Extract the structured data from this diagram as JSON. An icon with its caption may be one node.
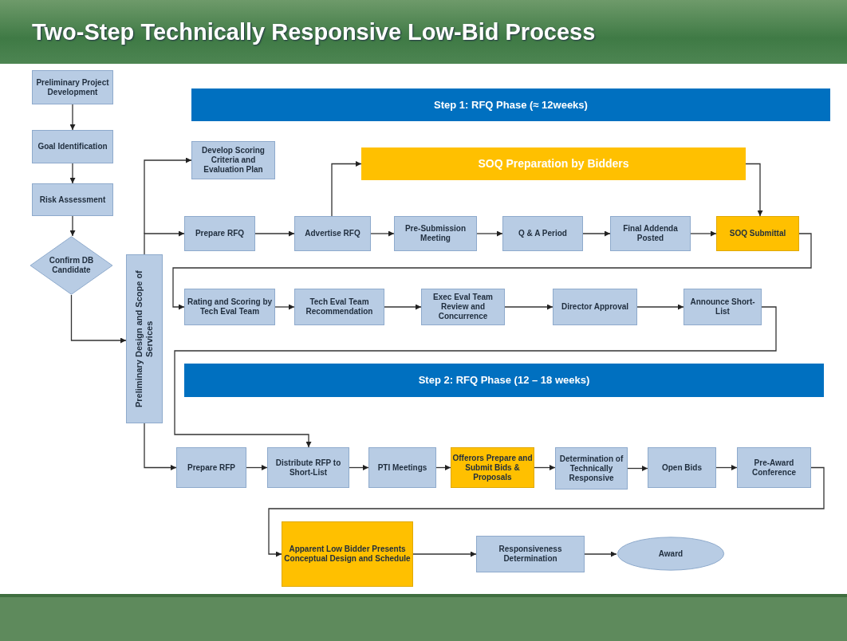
{
  "diagram": {
    "title": "Two-Step Technically Responsive Low-Bid Process",
    "nodes": [
      {
        "text": [
          "Preliminary Project Development"
        ]
      },
      {
        "text": [
          "Goal Identification"
        ]
      },
      {
        "text": [
          "Risk Assessment"
        ]
      },
      {
        "text": [
          "Confirm DB Candidate"
        ]
      },
      {
        "text": [
          "Preliminary Design and Scope of Services"
        ]
      },
      {
        "text": [
          "Step 1:  RFQ Phase (≈ 12weeks)"
        ]
      },
      {
        "text": [
          "Develop Scoring Criteria and Evaluation Plan"
        ]
      },
      {
        "text": [
          "SOQ Preparation by Bidders"
        ]
      },
      {
        "text": [
          "Prepare RFQ"
        ]
      },
      {
        "text": [
          "Advertise RFQ"
        ]
      },
      {
        "text": [
          "Pre-Submission Meeting"
        ]
      },
      {
        "text": [
          "Q & A Period"
        ]
      },
      {
        "text": [
          "Final Addenda Posted"
        ]
      },
      {
        "text": [
          "SOQ Submittal"
        ]
      },
      {
        "text": [
          "Rating and Scoring by Tech Eval Team"
        ]
      },
      {
        "text": [
          "Tech Eval Team Recommendation"
        ]
      },
      {
        "text": [
          "Exec Eval Team Review and Concurrence"
        ]
      },
      {
        "text": [
          "Director Approval"
        ]
      },
      {
        "text": [
          "Announce Short-List"
        ]
      },
      {
        "text": [
          "Step 2:  RFQ Phase (12 – 18 weeks)"
        ]
      },
      {
        "text": [
          "Prepare RFP"
        ]
      },
      {
        "text": [
          "Distribute RFP to Short-List"
        ]
      },
      {
        "text": [
          "PTI Meetings"
        ]
      },
      {
        "text": [
          "Offerors Prepare and Submit Bids & Proposals"
        ]
      },
      {
        "text": [
          "Determination of Technically Responsive"
        ]
      },
      {
        "text": [
          "Open Bids"
        ]
      },
      {
        "text": [
          "Pre-Award Conference"
        ]
      },
      {
        "text": [
          "Apparent Low Bidder Presents Conceptual Design and Schedule"
        ]
      },
      {
        "text": [
          "Responsiveness Determination"
        ]
      },
      {
        "text": [
          "Award"
        ]
      }
    ],
    "edges": [
      {
        "from": 0,
        "to": 1,
        "arrow": "to"
      },
      {
        "from": 1,
        "to": 2,
        "arrow": "to"
      },
      {
        "from": 2,
        "to": 3,
        "arrow": "to"
      },
      {
        "from": 3,
        "to": 4,
        "arrow": "to"
      },
      {
        "from": 4,
        "to": 6,
        "arrow": "to"
      },
      {
        "from": 4,
        "to": 8,
        "arrow": "to"
      },
      {
        "from": 4,
        "to": 20,
        "arrow": "to"
      },
      {
        "from": 8,
        "to": 9,
        "arrow": "to"
      },
      {
        "from": 9,
        "to": 7,
        "arrow": "to"
      },
      {
        "from": 7,
        "to": 13,
        "arrow": "to"
      },
      {
        "from": 9,
        "to": 10,
        "arrow": "to"
      },
      {
        "from": 10,
        "to": 11,
        "arrow": "to"
      },
      {
        "from": 11,
        "to": 12,
        "arrow": "to"
      },
      {
        "from": 12,
        "to": 13,
        "arrow": "to"
      },
      {
        "from": 13,
        "to": 14,
        "arrow": "to"
      },
      {
        "from": 14,
        "to": 15,
        "arrow": "to"
      },
      {
        "from": 15,
        "to": 16,
        "arrow": "to"
      },
      {
        "from": 16,
        "to": 17,
        "arrow": "to"
      },
      {
        "from": 17,
        "to": 18,
        "arrow": "to"
      },
      {
        "from": 18,
        "to": 21,
        "arrow": "to"
      },
      {
        "from": 20,
        "to": 21,
        "arrow": "to"
      },
      {
        "from": 21,
        "to": 22,
        "arrow": "to"
      },
      {
        "from": 22,
        "to": 23,
        "arrow": "to"
      },
      {
        "from": 23,
        "to": 24,
        "arrow": "to"
      },
      {
        "from": 24,
        "to": 25,
        "arrow": "to"
      },
      {
        "from": 25,
        "to": 26,
        "arrow": "to"
      },
      {
        "from": 26,
        "to": 27,
        "arrow": "to"
      },
      {
        "from": 27,
        "to": 28,
        "arrow": "to"
      },
      {
        "from": 28,
        "to": 29,
        "arrow": "to"
      }
    ]
  }
}
